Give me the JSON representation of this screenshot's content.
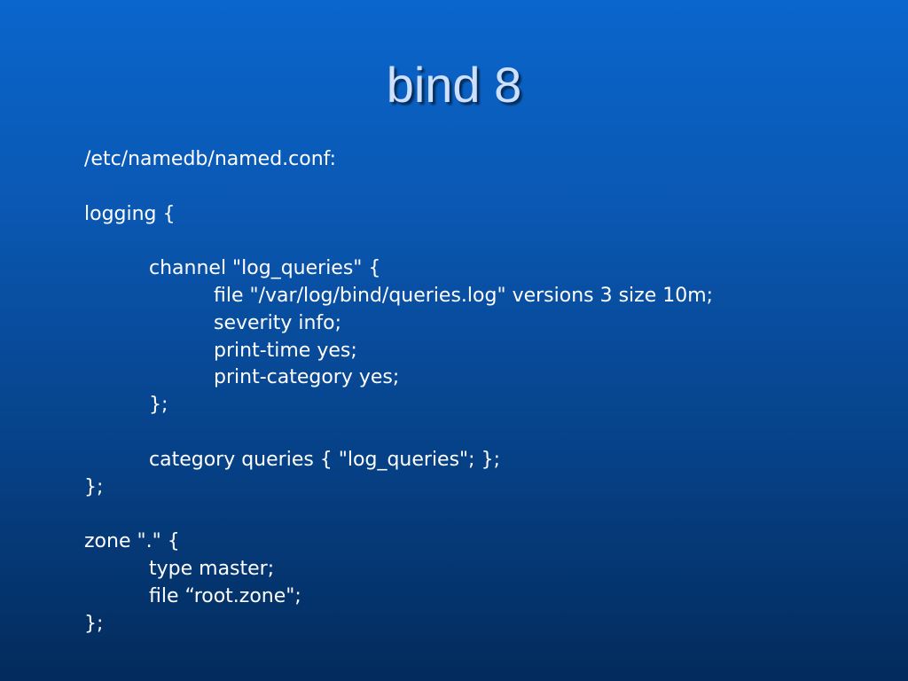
{
  "slide": {
    "title": "bind 8",
    "lines": [
      "/etc/namedb/named.conf:",
      "",
      "logging {",
      "",
      "channel \"log_queries\" {",
      "file \"/var/log/bind/queries.log\" versions 3 size 10m;",
      "severity info;",
      "print-time yes;",
      "print-category yes;",
      "};",
      "",
      "category queries { \"log_queries\"; };",
      "};",
      "",
      "zone \".\" {",
      "type master;",
      "file “root.zone\";",
      "};"
    ]
  }
}
